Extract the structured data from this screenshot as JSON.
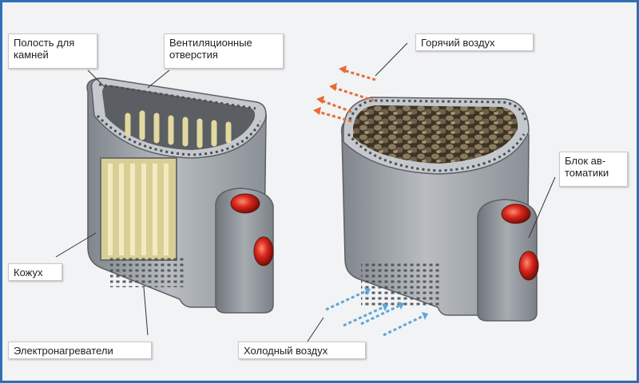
{
  "labels": {
    "stone_cavity": "Полость для\nкамней",
    "vent_holes": "Вентиляционные\nотверстия",
    "casing": "Кожух",
    "heaters": "Электронагреватели",
    "hot_air": "Горячий воздух",
    "control_unit": "Блок ав-\nтоматики",
    "cold_air": "Холодный воздух"
  },
  "colors": {
    "frame_border": "#2f6fb6",
    "heater_body": "#9ea3a8",
    "heater_tubes": "#e3d9a0",
    "indicator_red": "#d8261c",
    "hot_arrow": "#e86a3a",
    "cold_arrow": "#5fa6d8"
  }
}
